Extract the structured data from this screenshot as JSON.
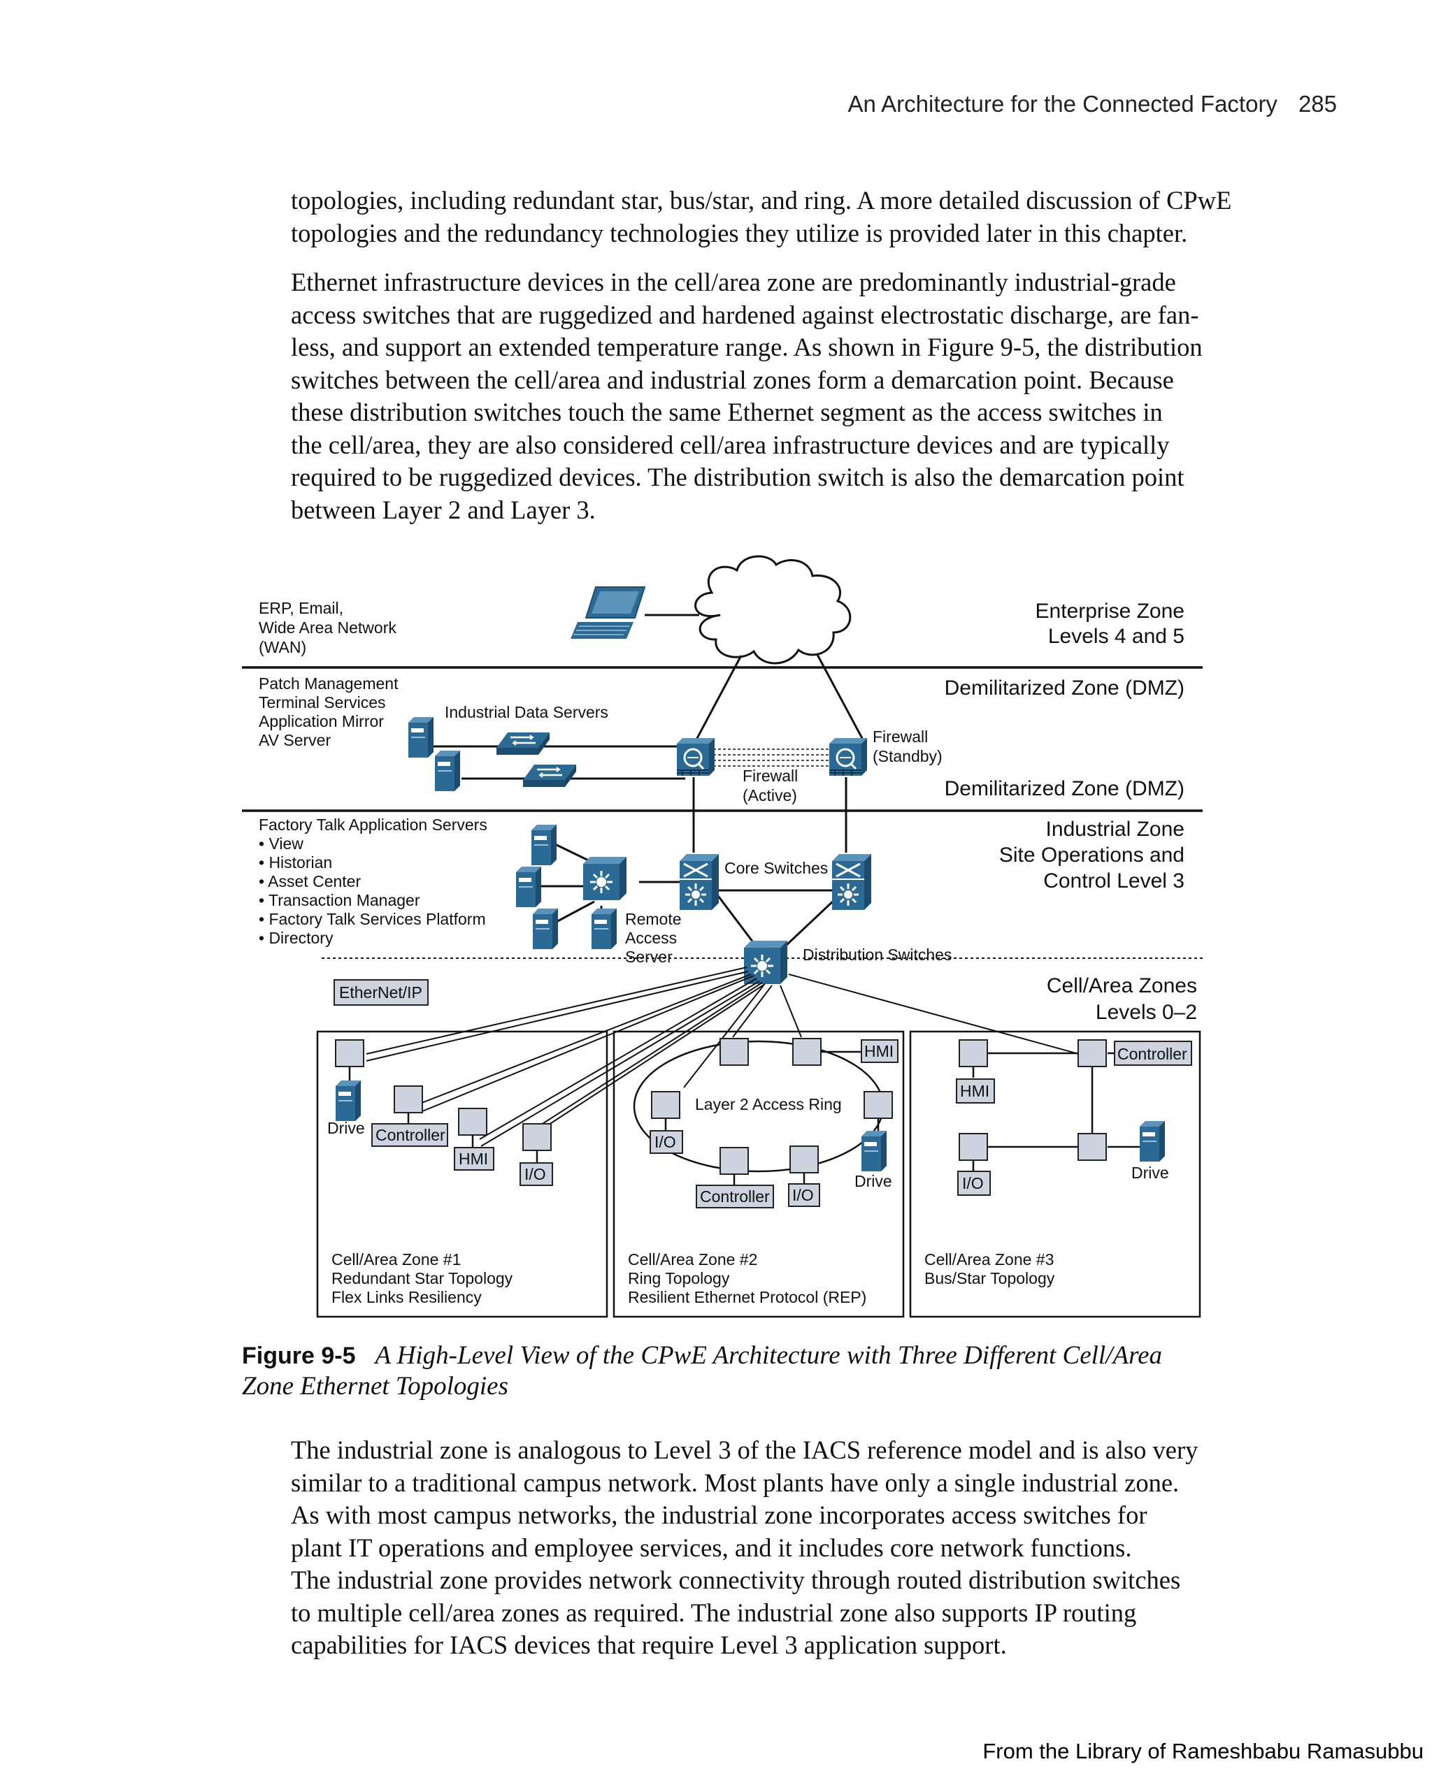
{
  "header": {
    "title": "An Architecture for the Connected Factory",
    "page_number": "285"
  },
  "paragraph_1": [
    "topologies, including redundant star, bus/star, and ring. A more detailed discussion of CPwE",
    "topologies and the redundancy technologies they utilize is provided later in this chapter."
  ],
  "paragraph_2": [
    "Ethernet infrastructure devices in the cell/area zone are predominantly industrial-grade",
    "access switches that are ruggedized and hardened against electrostatic discharge, are fan-",
    "less, and support an extended temperature range. As shown in Figure 9-5, the distribution",
    "switches between the cell/area and industrial zones form a demarcation point. Because",
    "these distribution switches touch the same Ethernet segment as the access switches in",
    "the cell/area, they are also considered cell/area infrastructure devices and are typically",
    "required to be ruggedized devices. The distribution switch is also the demarcation point",
    "between Layer 2 and Layer 3."
  ],
  "figure": {
    "enterprise_left": [
      "ERP, Email,",
      "Wide Area Network",
      "(WAN)"
    ],
    "enterprise_zone": [
      "Enterprise Zone",
      "Levels 4 and 5"
    ],
    "dmz_top": "Demilitarized Zone (DMZ)",
    "dmz_bottom": "Demilitarized Zone (DMZ)",
    "dmz_left": [
      "Patch Management",
      "Terminal Services",
      "Application Mirror",
      "AV Server"
    ],
    "industrial_data_servers": "Industrial Data Servers",
    "firewall_standby": [
      "Firewall",
      "(Standby)"
    ],
    "firewall_active": [
      "Firewall",
      "(Active)"
    ],
    "industrial_left": [
      "Factory Talk Application Servers",
      "• View",
      "• Historian",
      "• Asset Center",
      "• Transaction Manager",
      "• Factory Talk Services Platform",
      "• Directory"
    ],
    "industrial_zone": [
      "Industrial Zone",
      "Site Operations and",
      "Control Level 3"
    ],
    "core_switches": "Core Switches",
    "remote_access": [
      "Remote",
      "Access",
      "Server"
    ],
    "distribution_switches": "Distribution Switches",
    "ethernet_ip": "EtherNet/IP",
    "cell_zones": [
      "Cell/Area Zones",
      "Levels 0–2"
    ],
    "zone1": {
      "drive": "Drive",
      "controller": "Controller",
      "hmi": "HMI",
      "io": "I/O",
      "caption": [
        "Cell/Area Zone #1",
        "Redundant Star Topology",
        "Flex Links Resiliency"
      ]
    },
    "zone2": {
      "hmi": "HMI",
      "ring": "Layer 2 Access Ring",
      "io_left": "I/O",
      "drive": "Drive",
      "controller": "Controller",
      "io_bottom": "I/O",
      "caption": [
        "Cell/Area Zone #2",
        "Ring Topology",
        "Resilient Ethernet Protocol (REP)"
      ]
    },
    "zone3": {
      "controller": "Controller",
      "hmi": "HMI",
      "drive": "Drive",
      "io": "I/O",
      "caption": [
        "Cell/Area Zone #3",
        "Bus/Star Topology"
      ]
    }
  },
  "caption": {
    "label": "Figure 9-5",
    "title_line1": "A High-Level View of the CPwE Architecture with Three Different Cell/Area",
    "title_line2": "Zone Ethernet Topologies"
  },
  "paragraph_3": [
    "The industrial zone is analogous to Level 3 of the IACS reference model and is also very",
    "similar to a traditional campus network. Most plants have only a single industrial zone.",
    "As with most campus networks, the industrial zone incorporates access switches for",
    "plant IT operations and employee services, and it includes core network functions.",
    "The industrial zone provides network connectivity through routed distribution switches",
    "to multiple cell/area zones as required. The industrial zone also supports IP routing",
    "capabilities for IACS devices that require Level 3 application support."
  ],
  "footer": "From the Library of Rameshbabu Ramasubbu",
  "colors": {
    "device_blue": "#2b6a95",
    "device_light": "#cdd3df"
  }
}
